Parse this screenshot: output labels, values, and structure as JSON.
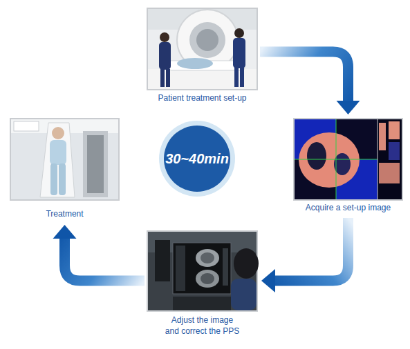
{
  "diagram": {
    "nodes": [
      {
        "text": [
          "Patient treatment set-up"
        ]
      },
      {
        "text": [
          "Acquire a set-up image"
        ]
      },
      {
        "text": [
          "Adjust the image and correct the PPS"
        ]
      },
      {
        "text": [
          "Treatment"
        ]
      },
      {
        "text": [
          "30~40min"
        ]
      }
    ],
    "edges": [
      {
        "from": 0,
        "to": 1,
        "arrow": "to"
      },
      {
        "from": 1,
        "to": 2,
        "arrow": "to"
      },
      {
        "from": 2,
        "to": 3,
        "arrow": "to"
      }
    ]
  }
}
